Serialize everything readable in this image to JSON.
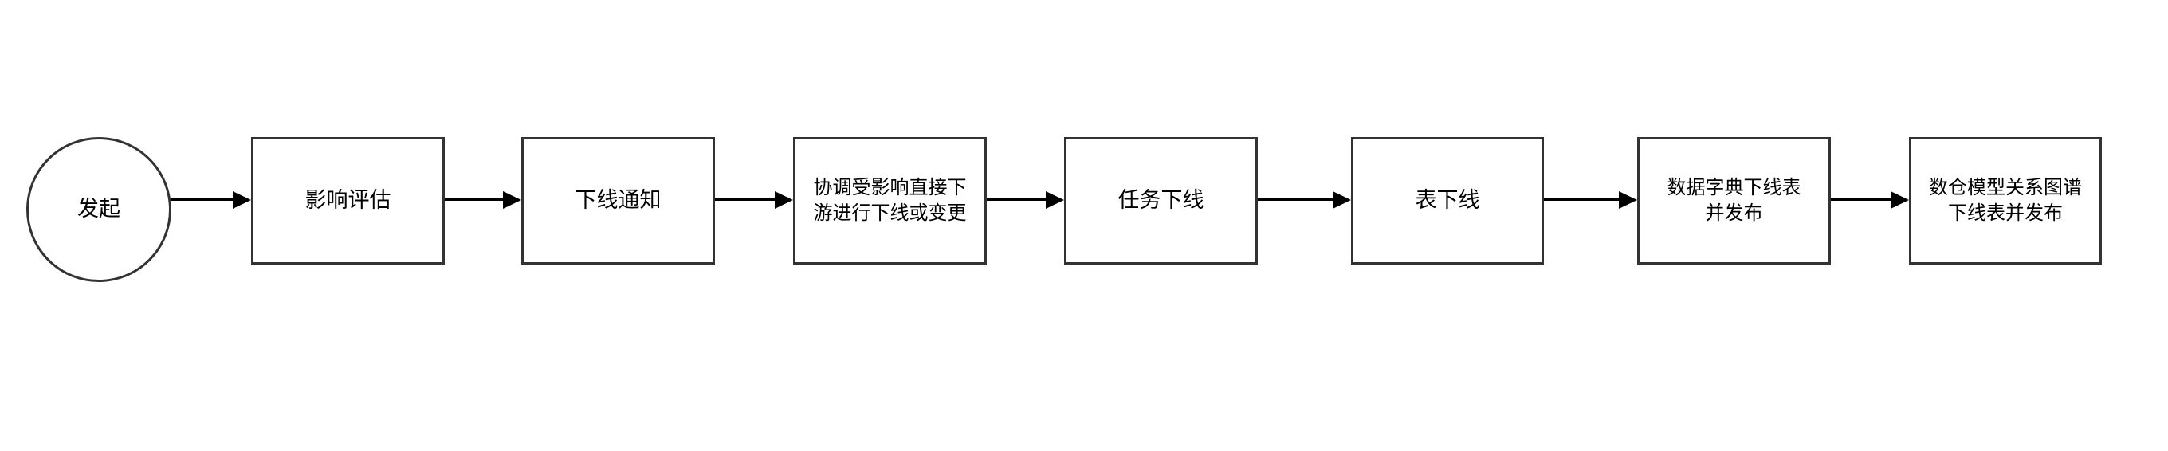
{
  "flowchart": {
    "colors": {
      "background": "#ffffff",
      "shape_border": "#333333",
      "arrow": "#000000",
      "text": "#000000"
    },
    "start": {
      "shape": "circle",
      "label": "发起"
    },
    "steps": [
      {
        "shape": "rectangle",
        "label": "影响评估"
      },
      {
        "shape": "rectangle",
        "label": "下线通知"
      },
      {
        "shape": "rectangle",
        "label": "协调受影响直接下\n游进行下线或变更"
      },
      {
        "shape": "rectangle",
        "label": "任务下线"
      },
      {
        "shape": "rectangle",
        "label": "表下线"
      },
      {
        "shape": "rectangle",
        "label": "数据字典下线表\n并发布"
      },
      {
        "shape": "rectangle",
        "label": "数仓模型关系图谱\n下线表并发布"
      }
    ]
  }
}
